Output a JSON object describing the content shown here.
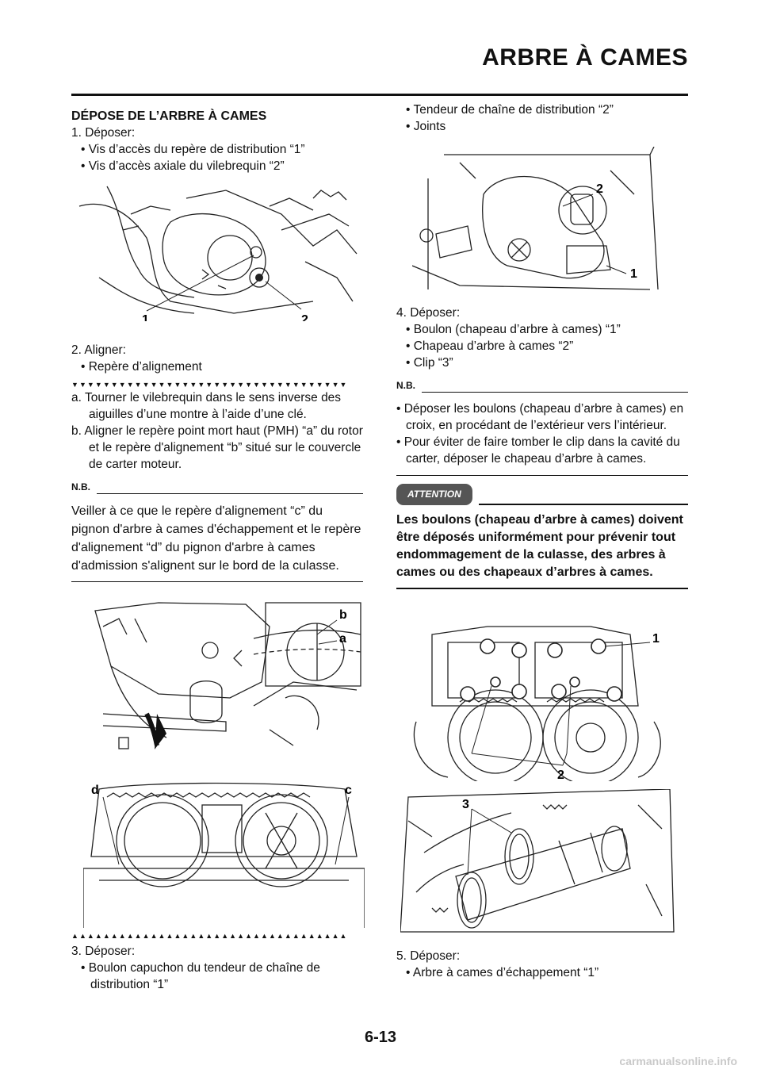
{
  "header": {
    "title": "ARBRE À CAMES"
  },
  "left": {
    "heading": "DÉPOSE DE L’ARBRE À CAMES",
    "step1": "1. Déposer:",
    "step1_items": [
      "• Vis d’accès du repère de distribution “1”",
      "• Vis d’accès axiale du vilebrequin “2”"
    ],
    "fig1_callouts": [
      "1",
      "2"
    ],
    "step2": "2. Aligner:",
    "step2_items": [
      "• Repère d’alignement"
    ],
    "proc_marker_top": "▼▼▼▼▼▼▼▼▼▼▼▼▼▼▼▼▼▼▼▼▼▼▼▼▼▼▼▼▼▼▼▼▼▼▼",
    "proc_a": "a. Tourner le vilebrequin dans le sens inverse des aiguilles d’une montre à l’aide d’une clé.",
    "proc_b": "b. Aligner le repère point mort haut (PMH) “a” du rotor et le repère d'alignement “b” situé sur le couvercle de carter moteur.",
    "nb_label": "N.B.",
    "nb_text": "Veiller à ce que le repère d'alignement “c” du pignon d'arbre à cames d'échappement et le repère d'alignement “d” du pignon d'arbre à cames d'admission s'alignent sur le bord de la culasse.",
    "fig2_callouts": [
      "b",
      "a"
    ],
    "fig3_callouts": [
      "d",
      "c"
    ],
    "proc_marker_bottom": "▲▲▲▲▲▲▲▲▲▲▲▲▲▲▲▲▲▲▲▲▲▲▲▲▲▲▲▲▲▲▲▲▲▲▲",
    "step3": "3. Déposer:",
    "step3_items": [
      "• Boulon capuchon du tendeur de chaîne de distribution “1”"
    ]
  },
  "right": {
    "top_items": [
      "• Tendeur de chaîne de distribution “2”",
      "• Joints"
    ],
    "fig4_callouts": [
      "2",
      "1"
    ],
    "step4": "4. Déposer:",
    "step4_items": [
      "• Boulon (chapeau d’arbre à cames) “1”",
      "• Chapeau d’arbre à cames “2”",
      "• Clip “3”"
    ],
    "nb_label": "N.B.",
    "nb_items": [
      "• Déposer les boulons (chapeau d’arbre à cames) en croix, en procédant de l’extérieur vers l’intérieur.",
      "• Pour éviter de faire tomber le clip dans la cavité du carter, déposer le chapeau d’arbre à cames."
    ],
    "attention_label": "ATTENTION",
    "attention_text": "Les boulons (chapeau d’arbre à cames) doivent être déposés uniformément pour prévenir tout endommagement de la culasse, des arbres à cames ou des chapeaux d’arbres à cames.",
    "fig5_callouts": [
      "1",
      "2"
    ],
    "fig6_callouts": [
      "3"
    ],
    "step5": "5. Déposer:",
    "step5_items": [
      "• Arbre à cames d’échappement “1”"
    ]
  },
  "footer": {
    "page": "6-13",
    "watermark": "carmanualsonline.info"
  }
}
